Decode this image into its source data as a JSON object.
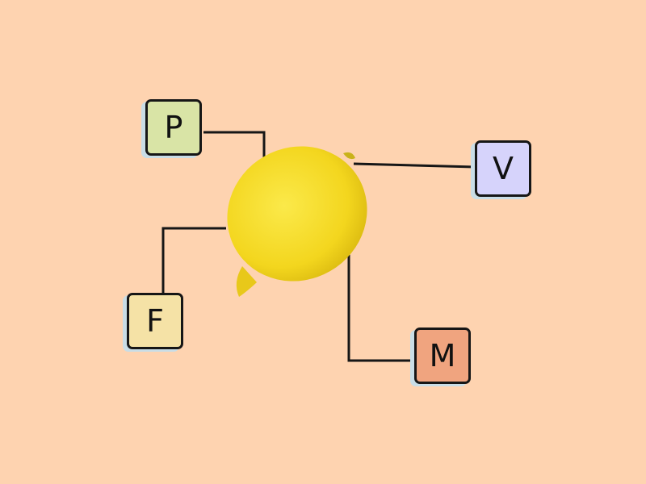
{
  "labels": {
    "p": "P",
    "v": "V",
    "f": "F",
    "m": "M"
  },
  "colors": {
    "background": "#fed3b0",
    "p": "#d9e4a6",
    "v": "#d6d3fb",
    "f": "#f5e2a6",
    "m": "#f0a47f",
    "lemon": "#f6dd2a"
  }
}
